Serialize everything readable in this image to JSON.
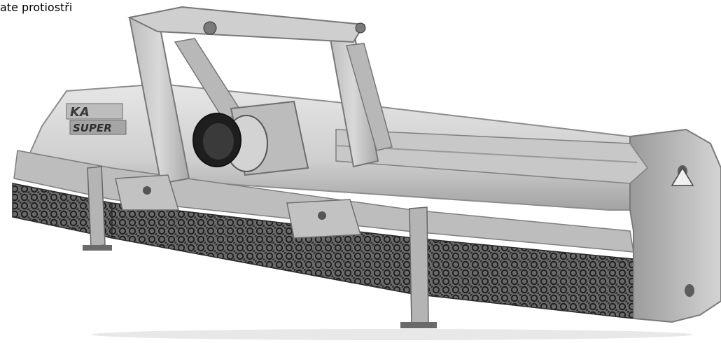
{
  "caption": {
    "text": "ate protiostři"
  },
  "decal": {
    "logo": "KA",
    "model": "SUPER"
  },
  "colors": {
    "background": "#ffffff",
    "machine_light": "#d6d6d6",
    "machine_mid": "#a9a9a9",
    "machine_dark": "#5c5c5c",
    "shadow": "#2a2a2a"
  }
}
